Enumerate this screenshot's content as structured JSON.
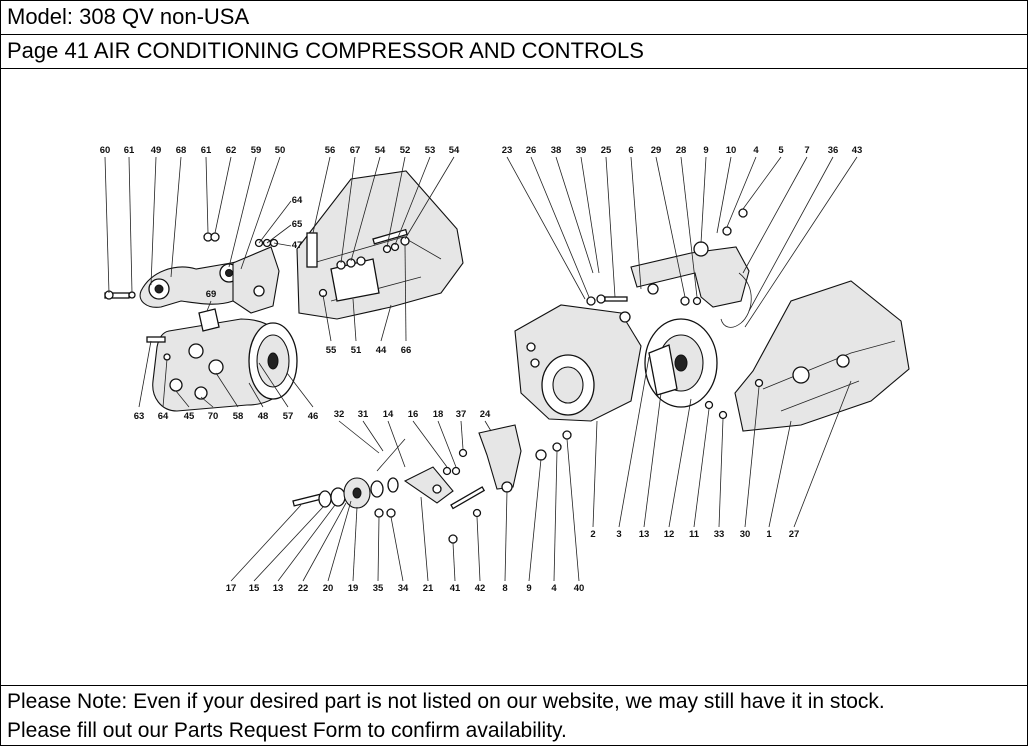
{
  "header": {
    "model": "Model: 308 QV non-USA",
    "page": "Page 41  AIR CONDITIONING COMPRESSOR AND CONTROLS"
  },
  "diagram": {
    "callouts": [
      "60",
      "61",
      "49",
      "68",
      "61",
      "62",
      "59",
      "50",
      "56",
      "67",
      "54",
      "52",
      "53",
      "54",
      "64",
      "65",
      "47",
      "69",
      "55",
      "51",
      "44",
      "66",
      "63",
      "64",
      "45",
      "70",
      "58",
      "48",
      "57",
      "46",
      "23",
      "26",
      "38",
      "39",
      "25",
      "6",
      "29",
      "28",
      "9",
      "10",
      "4",
      "5",
      "7",
      "36",
      "43",
      "32",
      "31",
      "14",
      "16",
      "18",
      "37",
      "24",
      "17",
      "15",
      "13",
      "22",
      "20",
      "19",
      "35",
      "34",
      "21",
      "41",
      "42",
      "8",
      "9",
      "4",
      "40",
      "2",
      "3",
      "13",
      "12",
      "11",
      "33",
      "30",
      "1",
      "27"
    ]
  },
  "footer": {
    "line1": "Please Note: Even if your desired part is not listed on our website, we may still have it in stock.",
    "line2": "Please fill out our Parts Request Form to confirm availability."
  }
}
